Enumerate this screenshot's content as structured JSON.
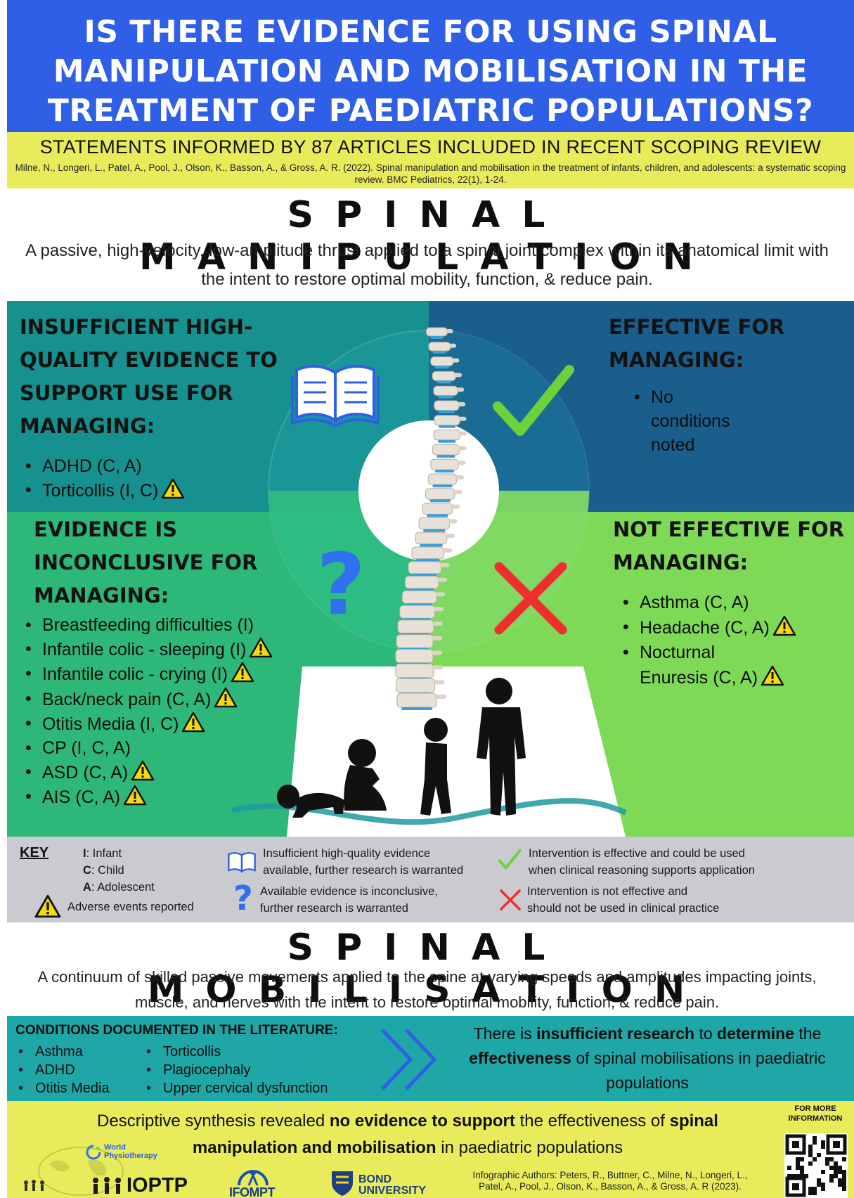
{
  "title": {
    "line1": "IS THERE EVIDENCE FOR USING SPINAL",
    "line2": "MANIPULATION AND MOBILISATION IN THE",
    "line3": "TREATMENT OF PAEDIATRIC POPULATIONS?"
  },
  "statement": "STATEMENTS INFORMED BY 87 ARTICLES INCLUDED IN RECENT SCOPING REVIEW",
  "citation": "Milne, N., Longeri, L., Patel, A., Pool, J., Olson, K., Basson, A., & Gross, A. R. (2022). Spinal manipulation and mobilisation in the treatment of infants, children, and adolescents: a systematic scoping review. BMC Pediatrics, 22(1), 1-24.",
  "manipulation": {
    "heading": "SPINAL MANIPULATION",
    "definition": "A passive, high-velocity, low-amplitude thrust applied to a spinal joint complex within its anatomical limit with the intent to restore optimal mobility, function, & reduce pain.",
    "insufficient": {
      "heading_lines": [
        "INSUFFICIENT HIGH-",
        "QUALITY EVIDENCE TO",
        "SUPPORT USE FOR",
        "MANAGING:"
      ],
      "items": [
        "ADHD (C, A)",
        "Torticollis (I, C)"
      ]
    },
    "effective": {
      "heading_lines": [
        "EFFECTIVE FOR",
        "MANAGING:"
      ],
      "items": [
        "No conditions noted"
      ]
    },
    "inconclusive": {
      "heading_lines": [
        "EVIDENCE IS",
        "INCONCLUSIVE FOR",
        "MANAGING:"
      ],
      "items": [
        "Breastfeeding difficulties (I)",
        "Infantile colic - sleeping (I)",
        "Infantile colic - crying (I)",
        "Back/neck pain (C, A)",
        "Otitis Media (I, C)",
        "CP (I, C, A)",
        "ASD (C, A)",
        "AIS (C, A)"
      ]
    },
    "not_effective": {
      "heading_lines": [
        "NOT EFFECTIVE FOR",
        "MANAGING:"
      ],
      "items": [
        "Asthma (C, A)",
        "Headache (C, A)",
        "Nocturnal",
        "Enuresis (C, A)"
      ]
    }
  },
  "key": {
    "title": "KEY",
    "infant": "Infant",
    "child": "Child",
    "adolescent": "Adolescent",
    "infant_abbr": "I",
    "child_abbr": "C",
    "adolescent_abbr": "A",
    "adverse": "Adverse events reported",
    "book_line1": "Insufficient high-quality evidence",
    "book_line2": "available, further research is warranted",
    "question_line1": "Available evidence is inconclusive,",
    "question_line2": "further research is warranted",
    "check_line1": "Intervention is effective and could be used",
    "check_line2": "when clinical reasoning supports application",
    "cross_line1": "Intervention is not effective and",
    "cross_line2": "should not be used in clinical practice"
  },
  "mobilisation": {
    "heading": "SPINAL MOBILISATION",
    "definition": "A continuum of skilled passive movements applied to the spine at varying speeds and amplitudes impacting joints, muscle, and nerves with the intent to restore optimal mobility, function, & reduce pain.",
    "conditions_heading": "CONDITIONS DOCUMENTED IN THE LITERATURE:",
    "col1": [
      "Asthma",
      "ADHD",
      "Otitis Media"
    ],
    "col2": [
      "Torticollis",
      "Plagiocephaly",
      "Upper cervical dysfunction"
    ],
    "conclusion": {
      "p1": "There is ",
      "b1": "insufficient research",
      "p2": " to ",
      "b2": "determine",
      "p3": " the ",
      "b3": "effectiveness",
      "p4": " of spinal mobilisations in paediatric populations"
    }
  },
  "bottom": {
    "line1_a": "Descriptive synthesis revealed ",
    "line1_b": "no evidence to support",
    "line1_c": " the effectiveness of ",
    "line1_d": "spinal",
    "line2_a": "manipulation and mobilisation",
    "line2_b": " in paediatric populations",
    "more_info": "FOR MORE INFORMATION",
    "authors": "Infographic Authors: Peters, R., Buttner, C., Milne, N., Longeri, L., Patel, A., Pool, J., Olson, K., Basson, A., & Gross, A. R (2023).",
    "logo_wpt1": "World",
    "logo_wpt2": "Physiotherapy",
    "logo_ioptp": "IOPTP",
    "logo_ifompt": "IFOMPT",
    "logo_bond1": "BOND",
    "logo_bond2": "UNIVERSITY"
  },
  "colors": {
    "title_blue": "#2f5fe6",
    "yellow": "#e8ec5b",
    "teal": "#17918f",
    "dark_blue": "#1a5e8c",
    "green": "#2db87a",
    "light_green": "#7ed957",
    "key_grey": "#cacbd1",
    "mob_teal": "#1fa6a7",
    "warning_yellow": "#f5d90a",
    "check_green": "#6dd23a",
    "cross_red": "#ef2e2e",
    "question_blue": "#2f6ff0"
  }
}
